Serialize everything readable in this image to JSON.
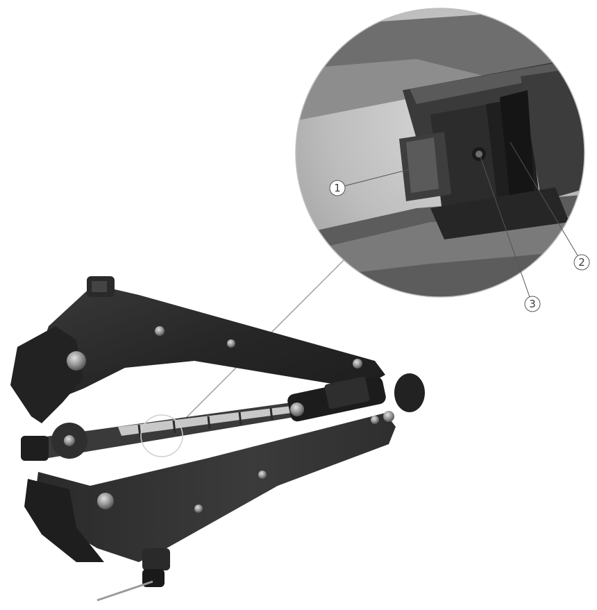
{
  "figure": {
    "callouts": [
      {
        "id": 1,
        "label": "1"
      },
      {
        "id": 2,
        "label": "2"
      },
      {
        "id": 3,
        "label": "3"
      }
    ]
  },
  "colors": {
    "background": "#ffffff",
    "metal_dark": "#2b2b2b",
    "metal_mid": "#4a4a4a",
    "metal_light": "#8a8a8a",
    "leader": "#8c8c8c",
    "callout_stroke": "#555555",
    "callout_text": "#3a3a3a"
  },
  "icons": [
    "circle-number-1-icon",
    "circle-number-2-icon",
    "circle-number-3-icon"
  ]
}
